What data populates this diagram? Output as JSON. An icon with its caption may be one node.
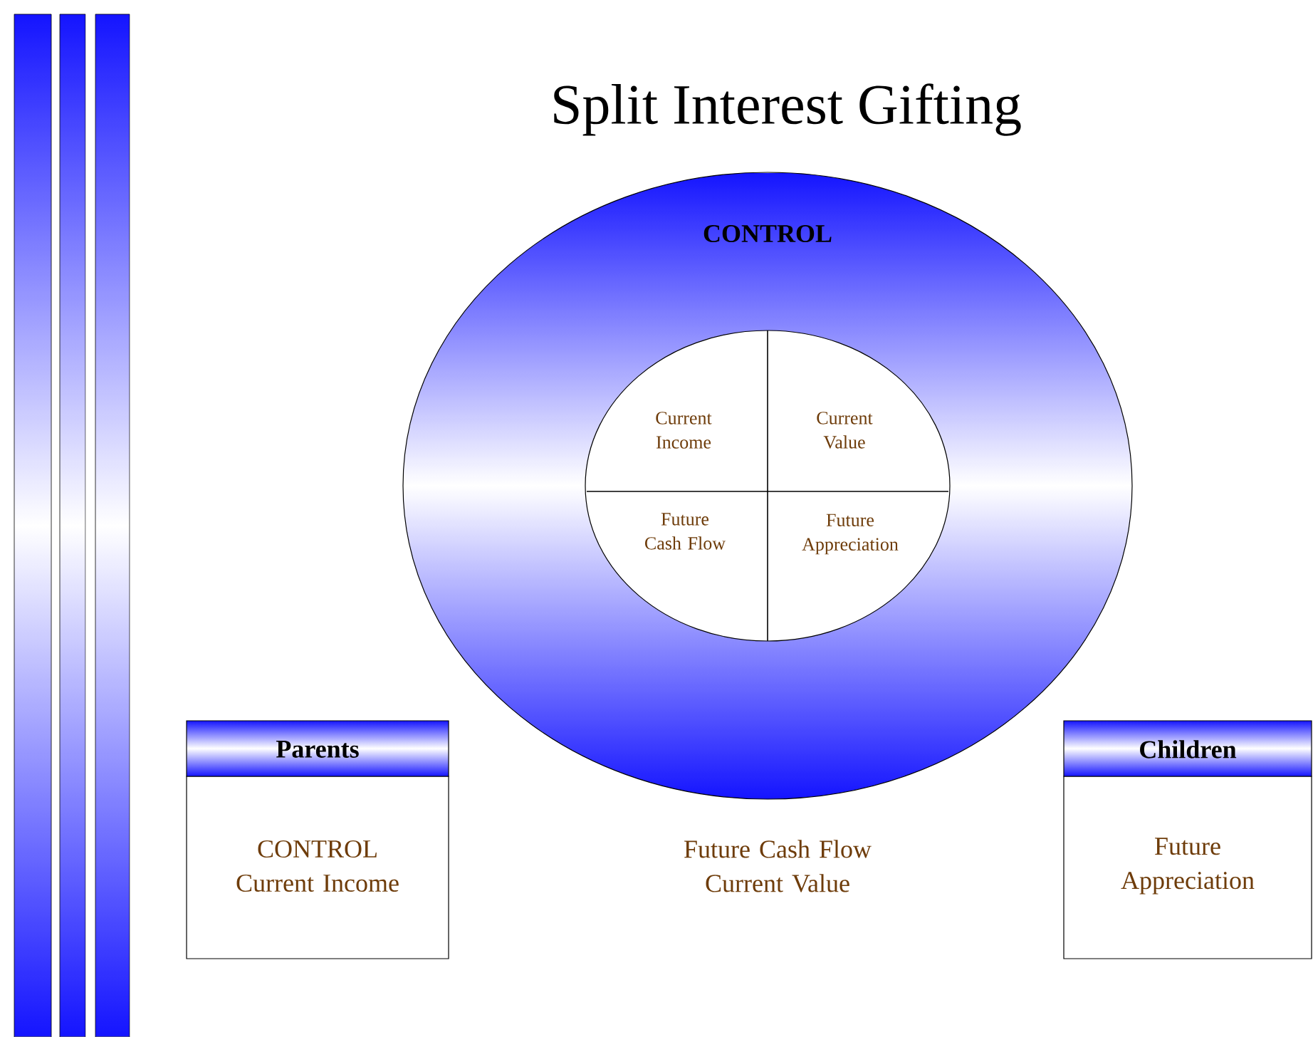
{
  "diagram": {
    "title": "Split Interest Gifting",
    "nodes": [
      {
        "text": [
          "CONTROL"
        ]
      },
      {
        "text": [
          "Current Income",
          "Current Value",
          "Future Cash Flow",
          "Future Appreciation"
        ],
        "in": 0
      },
      {
        "text": [
          "Parents",
          "CONTROL Current Income"
        ]
      },
      {
        "text": [
          "Children",
          "Future Appreciation"
        ]
      }
    ],
    "labels": [
      "Future Cash Flow Current Value"
    ]
  }
}
